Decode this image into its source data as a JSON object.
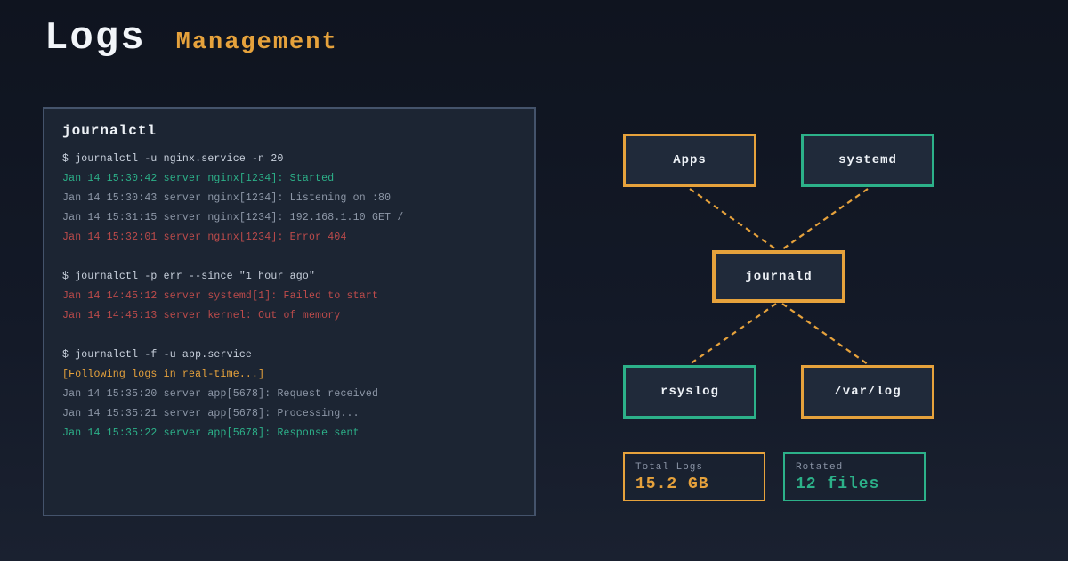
{
  "header": {
    "title": "Logs",
    "subtitle": "Management"
  },
  "terminal": {
    "title": "journalctl",
    "lines": [
      {
        "text": "$ journalctl -u nginx.service -n 20",
        "type": "command"
      },
      {
        "text": "Jan 14 15:30:42 server nginx[1234]: Started",
        "type": "success"
      },
      {
        "text": "Jan 14 15:30:43 server nginx[1234]: Listening on :80",
        "type": "info"
      },
      {
        "text": "Jan 14 15:31:15 server nginx[1234]: 192.168.1.10 GET /",
        "type": "info"
      },
      {
        "text": "Jan 14 15:32:01 server nginx[1234]: Error 404",
        "type": "error"
      },
      {
        "text": "",
        "type": "blank"
      },
      {
        "text": "$ journalctl -p err --since \"1 hour ago\"",
        "type": "command"
      },
      {
        "text": "Jan 14 14:45:12 server systemd[1]: Failed to start",
        "type": "error"
      },
      {
        "text": "Jan 14 14:45:13 server kernel: Out of memory",
        "type": "error"
      },
      {
        "text": "",
        "type": "blank"
      },
      {
        "text": "$ journalctl -f -u app.service",
        "type": "command"
      },
      {
        "text": "[Following logs in real-time...]",
        "type": "highlight"
      },
      {
        "text": "Jan 14 15:35:20 server app[5678]: Request received",
        "type": "info"
      },
      {
        "text": "Jan 14 15:35:21 server app[5678]: Processing...",
        "type": "info"
      },
      {
        "text": "Jan 14 15:35:22 server app[5678]: Response sent",
        "type": "success"
      }
    ]
  },
  "diagram": {
    "nodes": [
      {
        "label": "Apps",
        "color": "orange"
      },
      {
        "label": "systemd",
        "color": "green"
      },
      {
        "label": "journald",
        "color": "orange"
      },
      {
        "label": "rsyslog",
        "color": "green"
      },
      {
        "label": "/var/log",
        "color": "orange"
      }
    ],
    "edges": [
      {
        "from": "Apps",
        "to": "journald"
      },
      {
        "from": "systemd",
        "to": "journald"
      },
      {
        "from": "journald",
        "to": "rsyslog"
      },
      {
        "from": "journald",
        "to": "/var/log"
      }
    ]
  },
  "stats": [
    {
      "label": "Total Logs",
      "value": "15.2 GB",
      "color": "orange"
    },
    {
      "label": "Rotated",
      "value": "12 files",
      "color": "green"
    }
  ],
  "colors": {
    "orange": "#e6a23c",
    "green": "#2cb189",
    "red": "#bd4b4b",
    "info_gray": "#8d97a7",
    "command_gray": "#c9d1dd",
    "panel_bg": "#1c2533",
    "panel_border": "#44536b",
    "node_fill": "#202a3a",
    "background": "#121723",
    "text_white": "#eef2f7",
    "label_gray": "#8a94a6"
  }
}
